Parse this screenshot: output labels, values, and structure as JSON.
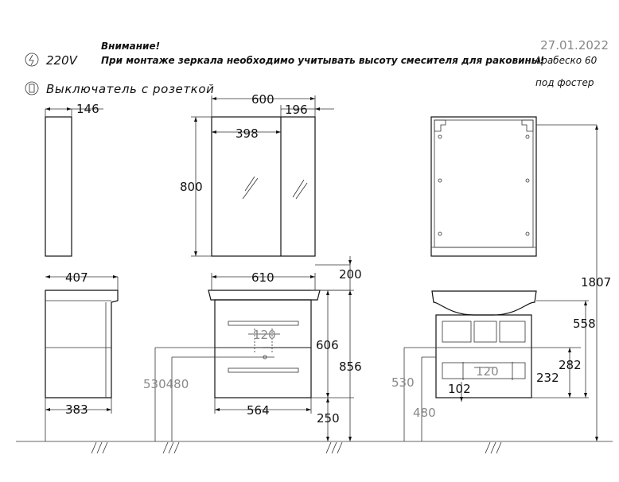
{
  "header": {
    "attention_title": "Внимание!",
    "attention_text": "При монтаже зеркала необходимо учитывать высоту смесителя для раковины!",
    "date": "27.01.2022",
    "model": "Арабеско  60",
    "model_note": "под фостер"
  },
  "legend": {
    "power_label": "220V",
    "switch_label": "Выключатель  с  розеткой"
  },
  "dimensions": {
    "mirror_depth": "146",
    "mirror_width": "600",
    "mirror_side_width": "196",
    "mirror_door_width": "398",
    "mirror_height": "800",
    "vanity_depth_top": "407",
    "vanity_top_width": "610",
    "gap_200": "200",
    "drawer_handle": "120",
    "vanity_height": "606",
    "total_856": "856",
    "h530_480": "530480",
    "cabinet_width": "564",
    "leg_250": "250",
    "vanity_depth_bottom": "383",
    "total_1807": "1807",
    "h558": "558",
    "h282": "282",
    "h232": "232",
    "back_120": "120",
    "back_102": "102",
    "back_530": "530",
    "back_480": "480"
  },
  "colors": {
    "line": "#111111",
    "grey_text": "#888888"
  }
}
